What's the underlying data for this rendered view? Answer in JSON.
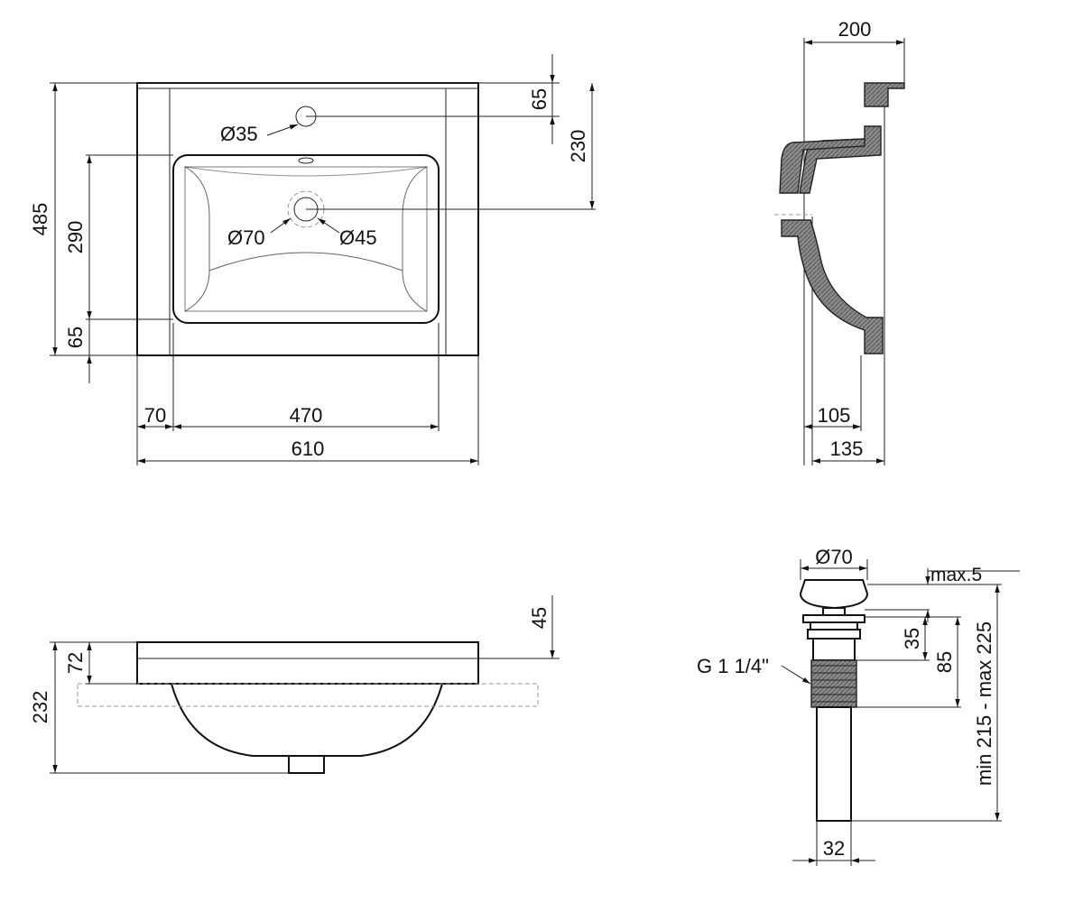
{
  "top_view": {
    "dims": {
      "overall_depth": "485",
      "bowl_depth": "290",
      "front_rim": "65",
      "back_rim": "65",
      "tap_to_drain": "230",
      "side_rim": "70",
      "bowl_width": "470",
      "overall_width": "610"
    },
    "tap_hole": "Ø35",
    "drain_outer": "Ø70",
    "drain_inner": "Ø45"
  },
  "side_section": {
    "dims": {
      "top_depth": "200",
      "bottom_inner": "105",
      "bottom_outer": "135"
    }
  },
  "front_view": {
    "dims": {
      "overall_height": "232",
      "rim_height": "72",
      "top_offset": "45"
    }
  },
  "drain_fitting": {
    "cap_diameter": "Ø70",
    "max_lift": "max.5",
    "dims": {
      "thread_len": "35",
      "body_len": "85",
      "total_len": "min 215 - max 225",
      "pipe_dia": "32"
    },
    "thread": "G 1 1/4\""
  }
}
